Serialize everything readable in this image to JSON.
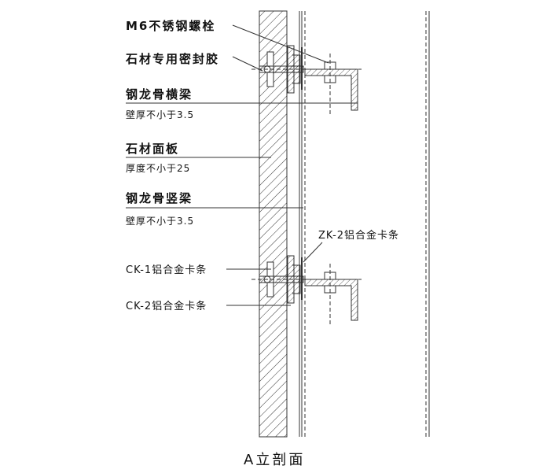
{
  "title": "A立剖面",
  "labels": {
    "bolt": "M6不锈钢螺栓",
    "sealant": "石材专用密封胶",
    "cross_beam": "钢龙骨横梁",
    "cross_beam_note": "壁厚不小于3.5",
    "stone_panel": "石材面板",
    "stone_panel_note": "厚度不小于25",
    "vertical_beam": "钢龙骨竖梁",
    "vertical_beam_note": "壁厚不小于3.5",
    "zk2": "ZK-2铝合金卡条",
    "ck1": "CK-1铝合金卡条",
    "ck2": "CK-2铝合金卡条"
  }
}
